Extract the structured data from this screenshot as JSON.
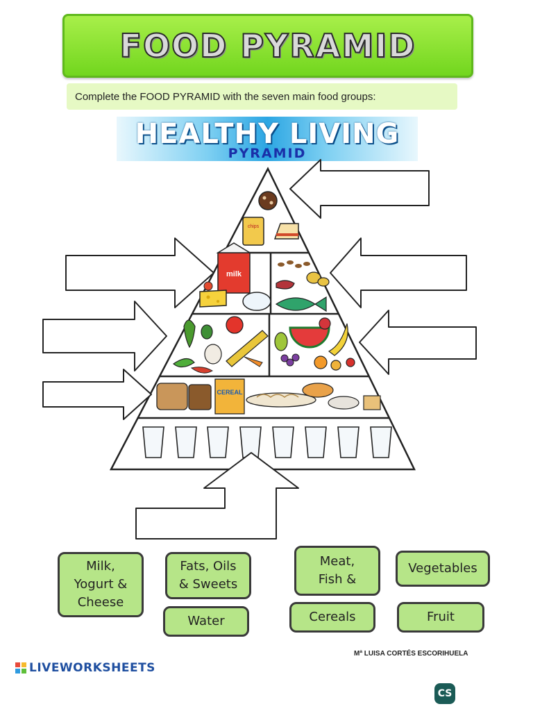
{
  "title": "FOOD PYRAMID",
  "instruction": "Complete the FOOD PYRAMID with the seven main food groups:",
  "pyramid_banner": {
    "title": "HEALTHY LIVING",
    "subtitle": "PYRAMID"
  },
  "pyramid_labels": {
    "milk_carton": "milk",
    "cereal_box": "CEREAL",
    "chips_bag": "chips"
  },
  "answer_boxes": 7,
  "word_cards": [
    {
      "id": "milk",
      "label": "Milk,\nYogurt &\nCheese"
    },
    {
      "id": "fats",
      "label": "Fats, Oils\n& Sweets"
    },
    {
      "id": "meat",
      "label": "Meat,\nFish &"
    },
    {
      "id": "vegetables",
      "label": "Vegetables"
    },
    {
      "id": "water",
      "label": "Water"
    },
    {
      "id": "cereals",
      "label": "Cereals"
    },
    {
      "id": "fruit",
      "label": "Fruit"
    }
  ],
  "credit": "Mª LUISA CORTÉS ESCORIHUELA",
  "brand": "LIVEWORKSHEETS",
  "badge": "CS",
  "colors": {
    "title_green": "#7edc2a",
    "card_green": "#b6e588",
    "banner_blue": "#2ca6e3",
    "subtitle_blue": "#1a2fa8"
  }
}
